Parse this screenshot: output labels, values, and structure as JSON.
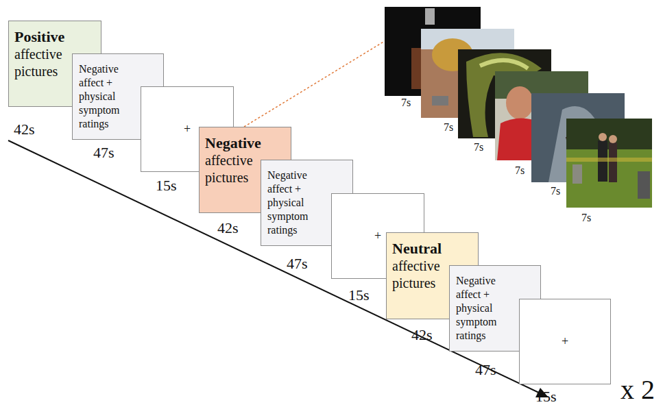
{
  "diagram": {
    "nodes": [
      {
        "text": [
          "Positive",
          "affective pictures"
        ]
      },
      {
        "text": [
          "Negative affect + physical symptom ratings"
        ]
      },
      {
        "text": [
          "+"
        ]
      },
      {
        "text": [
          "Negative",
          "affective pictures"
        ]
      },
      {
        "text": [
          "Negative affect + physical symptom ratings"
        ]
      },
      {
        "text": [
          "+"
        ]
      },
      {
        "text": [
          "Neutral",
          "affective pictures"
        ]
      },
      {
        "text": [
          "Negative affect + physical symptom ratings"
        ]
      },
      {
        "text": [
          "+"
        ]
      }
    ],
    "labels": [
      "42s",
      "47s",
      "15s",
      "42s",
      "47s",
      "15s",
      "42s",
      "47s",
      "15s",
      "7s",
      "7s",
      "7s",
      "7s",
      "7s",
      "7s",
      "x 2"
    ]
  }
}
